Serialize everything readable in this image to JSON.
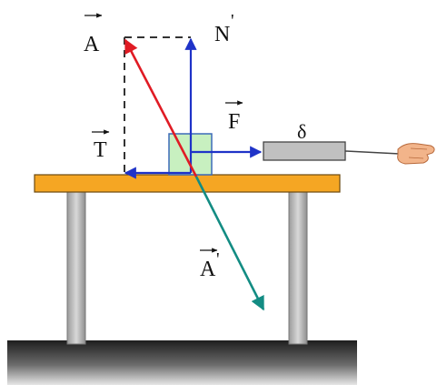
{
  "labels": {
    "reaction_A": "A",
    "normal_N": "N",
    "friction_T": "T",
    "pull_F": "F",
    "weight_A_prime": "A",
    "dynamometer": "δ"
  },
  "prime_marks": {
    "normal_N": "'",
    "weight_A_prime": "'"
  },
  "colors": {
    "background": "#ffffff",
    "table_top": "#f5a623",
    "table_leg": "#b8b8b8",
    "floor_dark": "#2b2b2b",
    "floor_light": "#d6d6d6",
    "block_fill": "#c8f0c0",
    "block_stroke": "#3c6ab8",
    "vector_blue": "#1f33c8",
    "vector_red": "#e01b24",
    "vector_teal": "#138c83",
    "dashed_line": "#333333",
    "dynamometer_body": "#c0c0c0",
    "hand_skin": "#f2b48a"
  },
  "icons": [
    "hand-icon",
    "dynamometer-icon"
  ]
}
